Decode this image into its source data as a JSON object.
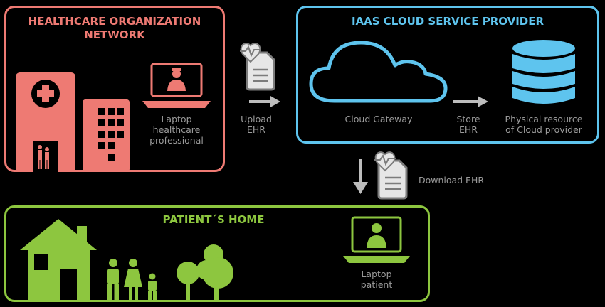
{
  "colors": {
    "healthcare": "#ee7a73",
    "cloud": "#5ec4ee",
    "patient": "#8dc63f",
    "label": "#9a9a9a"
  },
  "healthcare": {
    "title": "HEALTHCARE ORGANIZATION\nNETWORK",
    "laptop_label": "Laptop\nhealthcare\nprofessional"
  },
  "cloud": {
    "title": "IAAS CLOUD SERVICE PROVIDER",
    "gateway_label": "Cloud Gateway",
    "store_label": "Store\nEHR",
    "resource_label": "Physical resource\nof Cloud provider"
  },
  "flows": {
    "upload_label": "Upload\nEHR",
    "download_label": "Download EHR"
  },
  "patient": {
    "title": "PATIENT´S HOME",
    "laptop_label": "Laptop\npatient"
  }
}
